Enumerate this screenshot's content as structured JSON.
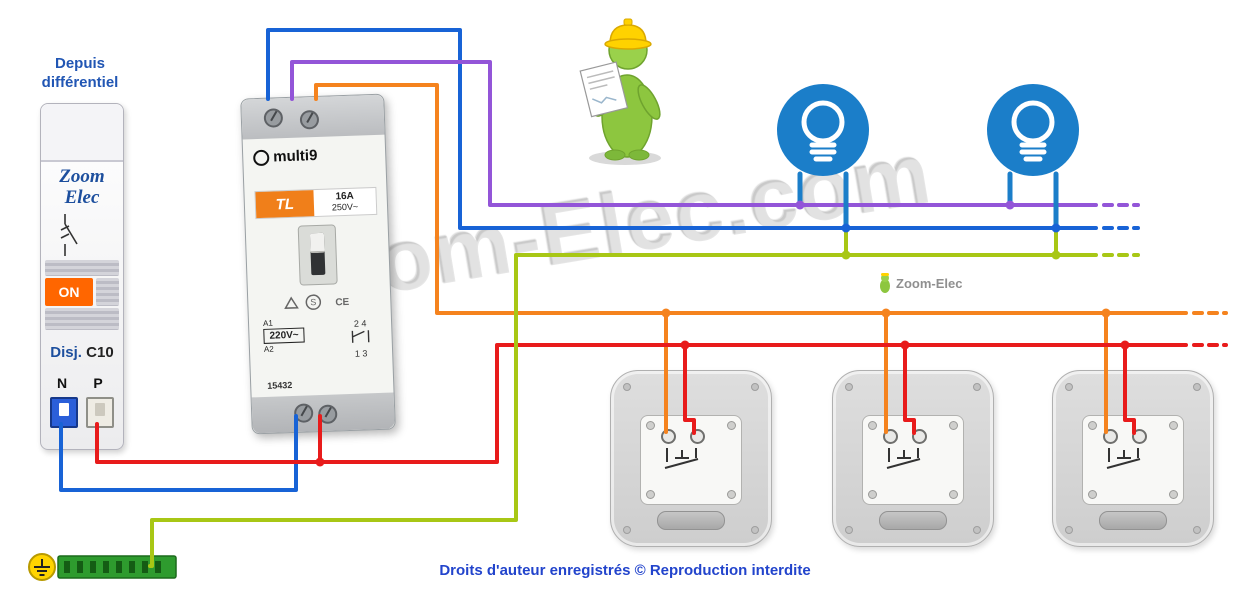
{
  "colors": {
    "wire_blue": "#1863d6",
    "wire_red": "#e81b1b",
    "wire_orange": "#f5831e",
    "wire_purple": "#9355d8",
    "wire_lime": "#a8c715",
    "lamp_blue": "#1b7ec9",
    "earth_green": "#2e9b2e",
    "mascot_green": "#8dc63f",
    "helmet_yellow": "#ffd200",
    "on_orange": "#ff6600",
    "label_blue": "#2156b4",
    "copyright_blue": "#2244cc"
  },
  "header": {
    "line1": "Depuis",
    "line2": "différentiel"
  },
  "breaker": {
    "brand_line1": "Zoom",
    "brand_line2": "Elec",
    "on_label": "ON",
    "type_label": "Disj.",
    "type_value": "C10",
    "terminal_left": "N",
    "terminal_right": "P"
  },
  "relay": {
    "brand": "multi9",
    "model": "TL",
    "current": "16A",
    "voltage": "250V~",
    "coil_voltage": "220V~",
    "terminal_a1": "A1",
    "terminal_a2": "A2",
    "reference": "15432",
    "mark_s": "S",
    "mark_ce": "CE",
    "contacts_top": "2 4",
    "contacts_bottom": "1 3"
  },
  "watermark": {
    "large": "Zoom-Elec.com",
    "small": "Zoom-Elec"
  },
  "footer": {
    "copyright": "Droits d'auteur enregistrés © Reproduction interdite"
  }
}
